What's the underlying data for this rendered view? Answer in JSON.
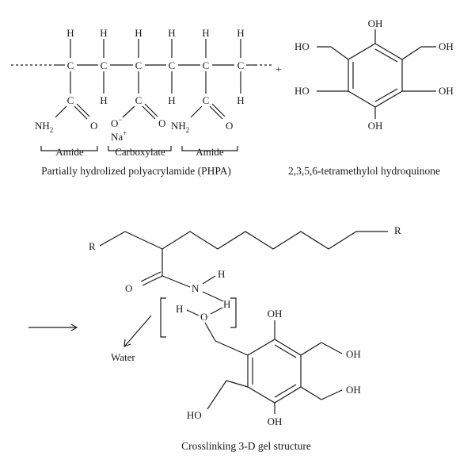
{
  "phpa": {
    "atom_c": "C",
    "atom_h": "H",
    "atom_o": "O",
    "nh2_n": "NH",
    "nh2_sub": "2",
    "o_minus": "O",
    "minus_sign": "−",
    "na": "Na",
    "plus_sign": "+",
    "label_amide": "Amide",
    "label_carboxylate": "Carboxylate",
    "caption": "Partially hydrolized polyacrylamide (PHPA)"
  },
  "plus": "+",
  "hydroquinone": {
    "oh": "OH",
    "ho": "HO",
    "caption": "2,3,5,6-tetramethylol hydroquinone"
  },
  "gel": {
    "r": "R",
    "o": "O",
    "n": "N",
    "h": "H",
    "oh": "OH",
    "ho": "HO",
    "water": "Water",
    "caption": "Crosslinking 3-D gel structure"
  },
  "arrow": "⟶"
}
